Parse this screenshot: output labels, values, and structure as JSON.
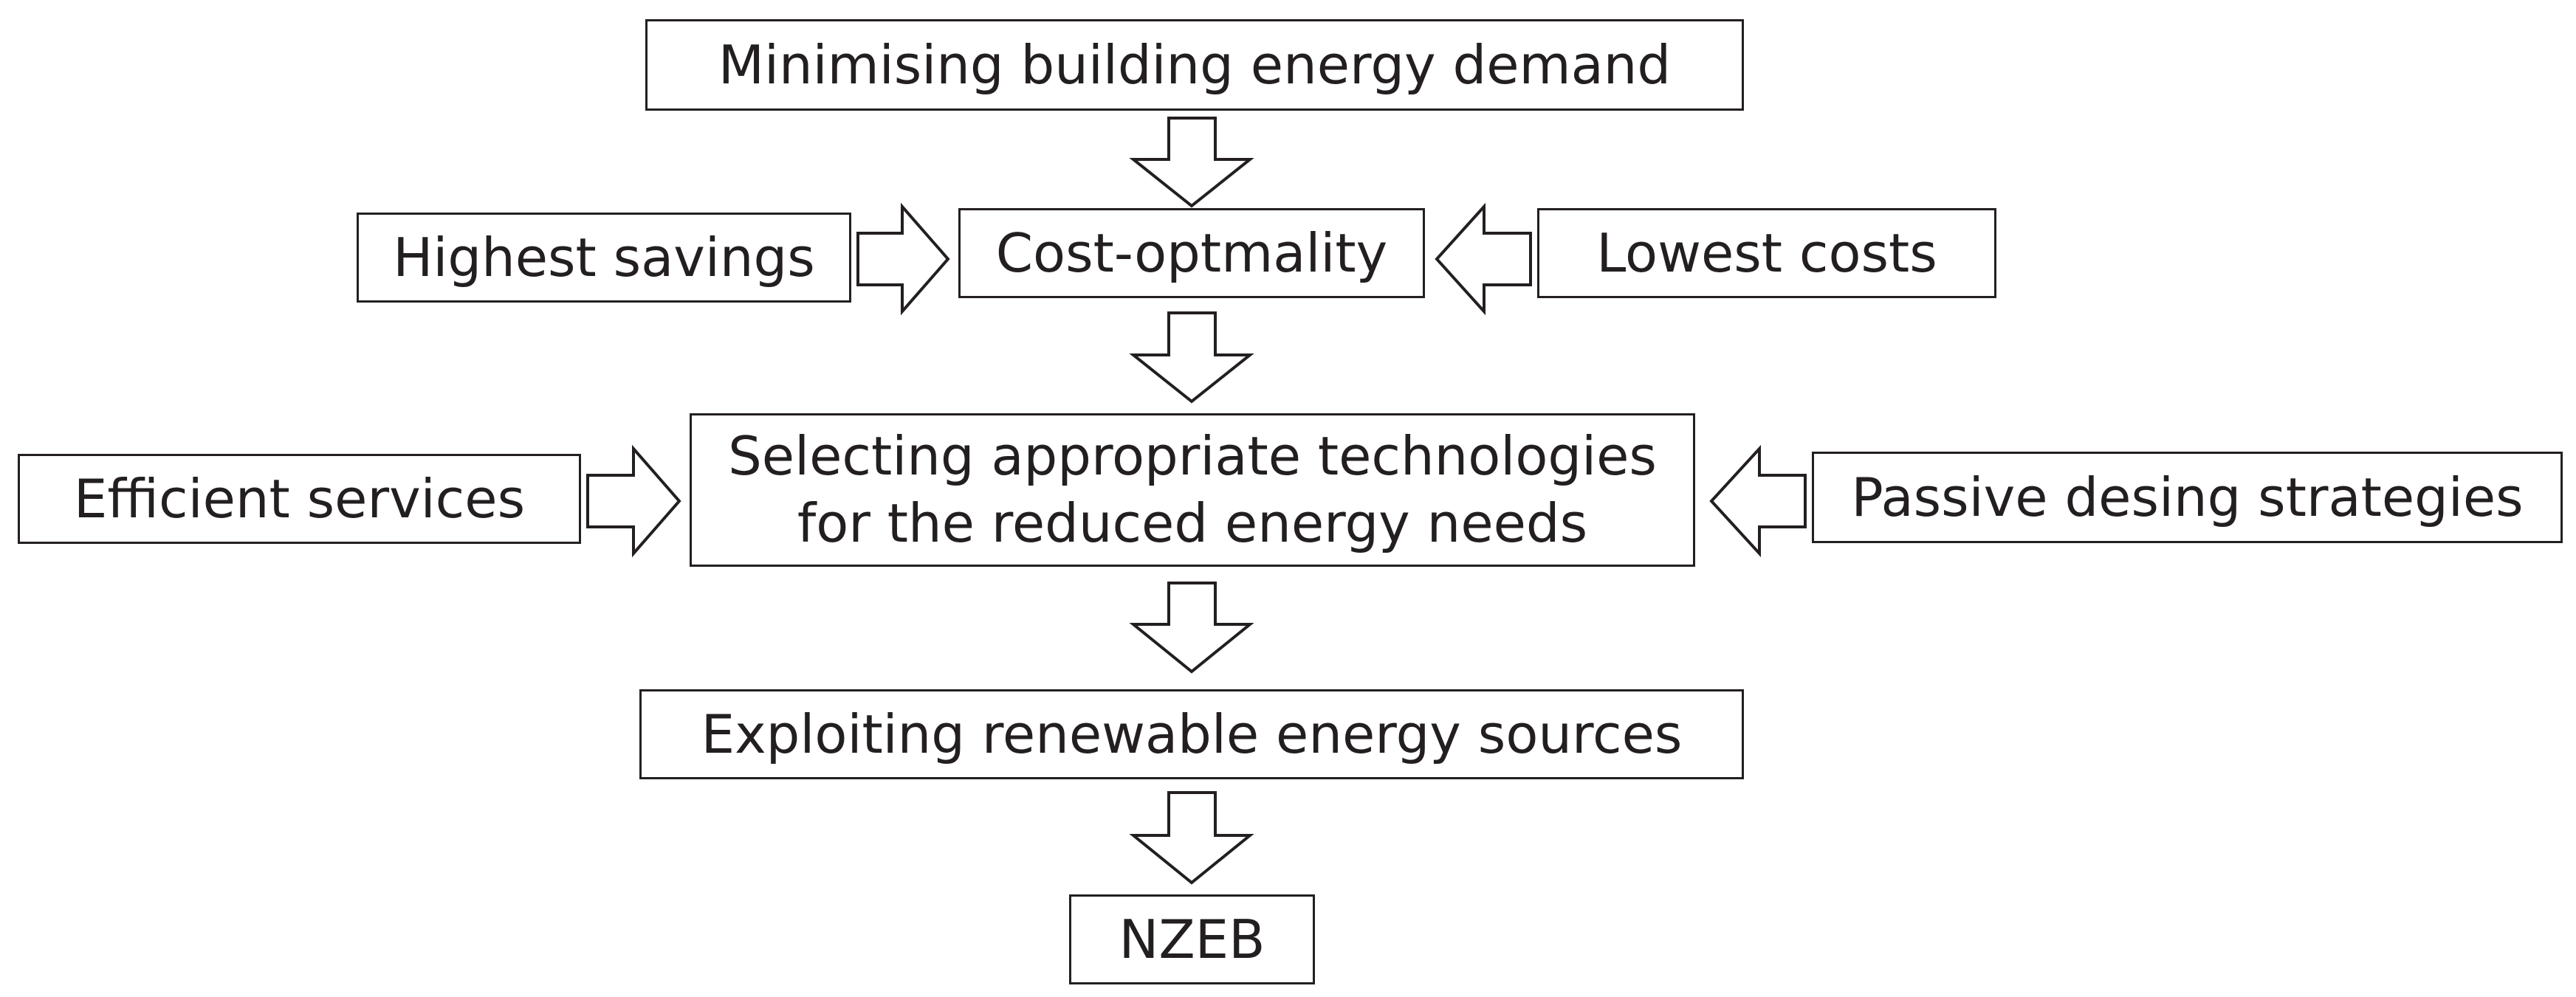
{
  "diagram": {
    "nodes": {
      "minimising": "Minimising building energy demand",
      "cost_optimality": "Cost-optmality",
      "highest_savings": "Highest savings",
      "lowest_costs": "Lowest costs",
      "selecting_line1": "Selecting appropriate technologies",
      "selecting_line2": "for the reduced energy needs",
      "efficient_services": "Efficient services",
      "passive_design": "Passive desing strategies",
      "exploiting": "Exploiting renewable energy sources",
      "nzeb": "NZEB"
    },
    "edges": [
      {
        "from": "Minimising building energy demand",
        "to": "Cost-optmality"
      },
      {
        "from": "Highest savings",
        "to": "Cost-optmality"
      },
      {
        "from": "Lowest costs",
        "to": "Cost-optmality"
      },
      {
        "from": "Cost-optmality",
        "to": "Selecting appropriate technologies for the reduced energy needs"
      },
      {
        "from": "Efficient services",
        "to": "Selecting appropriate technologies for the reduced energy needs"
      },
      {
        "from": "Passive desing strategies",
        "to": "Selecting appropriate technologies for the reduced energy needs"
      },
      {
        "from": "Selecting appropriate technologies for the reduced energy needs",
        "to": "Exploiting renewable energy sources"
      },
      {
        "from": "Exploiting renewable energy sources",
        "to": "NZEB"
      }
    ],
    "colors": {
      "stroke": "#231f20",
      "text": "#231f20",
      "background": "#ffffff"
    }
  }
}
